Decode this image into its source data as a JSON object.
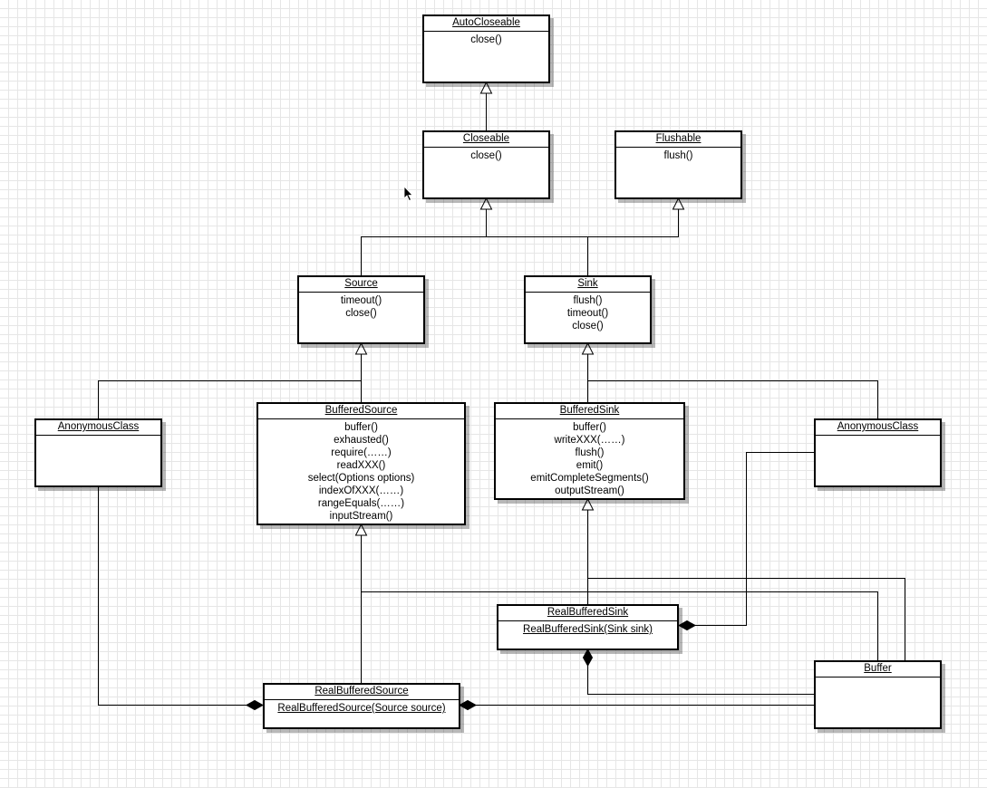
{
  "classes": {
    "autocloseable": {
      "name": "AutoCloseable",
      "ops": [
        "close()"
      ]
    },
    "closeable": {
      "name": "Closeable",
      "ops": [
        "close()"
      ]
    },
    "flushable": {
      "name": "Flushable",
      "ops": [
        "flush()"
      ]
    },
    "source": {
      "name": "Source",
      "ops": [
        "timeout()",
        "close()"
      ]
    },
    "sink": {
      "name": "Sink",
      "ops": [
        "flush()",
        "timeout()",
        "close()"
      ]
    },
    "anon_left": {
      "name": "AnonymousClass",
      "ops": []
    },
    "anon_right": {
      "name": "AnonymousClass",
      "ops": []
    },
    "buffered_source": {
      "name": "BufferedSource",
      "ops": [
        "buffer()",
        "exhausted()",
        "require(……)",
        "readXXX()",
        "select(Options options)",
        "indexOfXXX(……)",
        "rangeEquals(……)",
        "inputStream()"
      ]
    },
    "buffered_sink": {
      "name": "BufferedSink",
      "ops": [
        "buffer()",
        "writeXXX(……)",
        "flush()",
        "emit()",
        "emitCompleteSegments()",
        "outputStream()"
      ]
    },
    "real_buffered_sink": {
      "name": "RealBufferedSink",
      "ops": [
        "RealBufferedSink(Sink sink)"
      ]
    },
    "real_buffered_source": {
      "name": "RealBufferedSource",
      "ops": [
        "RealBufferedSource(Source source)"
      ]
    },
    "buffer": {
      "name": "Buffer",
      "ops": []
    }
  },
  "relationships": [
    {
      "type": "generalization",
      "from": "Closeable",
      "to": "AutoCloseable"
    },
    {
      "type": "generalization",
      "from": "Source",
      "to": "Closeable"
    },
    {
      "type": "generalization",
      "from": "Sink",
      "to": "Closeable"
    },
    {
      "type": "generalization",
      "from": "Sink",
      "to": "Flushable"
    },
    {
      "type": "generalization",
      "from": "AnonymousClass",
      "to": "Source"
    },
    {
      "type": "generalization",
      "from": "BufferedSource",
      "to": "Source"
    },
    {
      "type": "generalization",
      "from": "BufferedSink",
      "to": "Sink"
    },
    {
      "type": "generalization",
      "from": "AnonymousClass",
      "to": "Sink"
    },
    {
      "type": "generalization",
      "from": "RealBufferedSource",
      "to": "BufferedSource"
    },
    {
      "type": "generalization",
      "from": "Buffer",
      "to": "BufferedSource"
    },
    {
      "type": "generalization",
      "from": "RealBufferedSink",
      "to": "BufferedSink"
    },
    {
      "type": "generalization",
      "from": "Buffer",
      "to": "BufferedSink"
    },
    {
      "type": "composition",
      "whole": "RealBufferedSource",
      "part": "AnonymousClass"
    },
    {
      "type": "composition",
      "whole": "RealBufferedSource",
      "part": "Buffer"
    },
    {
      "type": "composition",
      "whole": "RealBufferedSink",
      "part": "AnonymousClass"
    },
    {
      "type": "composition",
      "whole": "RealBufferedSink",
      "part": "Buffer"
    }
  ]
}
